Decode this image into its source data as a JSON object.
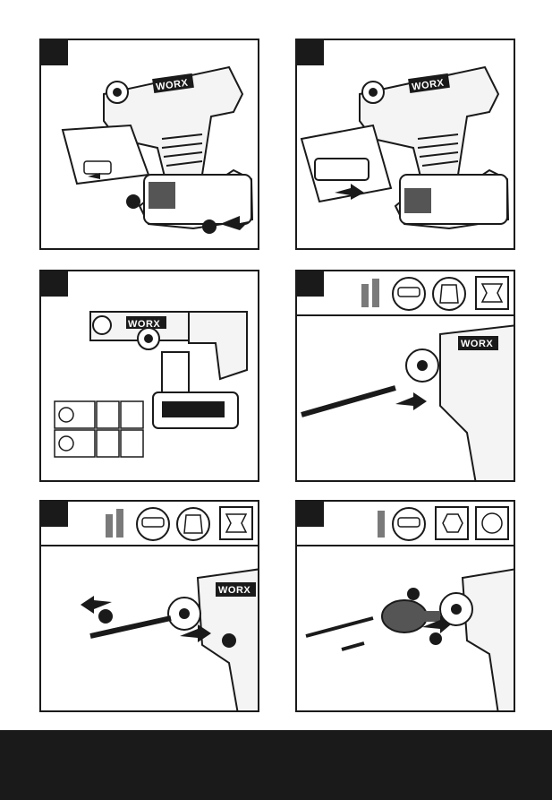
{
  "brand": {
    "wordmark": "WORX"
  },
  "panels": [
    {
      "id": 1,
      "step_numbers": [
        "",
        ""
      ]
    },
    {
      "id": 2
    },
    {
      "id": 3
    },
    {
      "id": 4
    },
    {
      "id": 5
    },
    {
      "id": 6
    }
  ],
  "colors": {
    "ink": "#1a1a1a",
    "grey": "#7a7a7a",
    "light": "#d9d9d9",
    "footer": "#1a1a1a"
  },
  "icons": [
    "hammer-bit-icon",
    "chuck-icon",
    "gloves-icon",
    "sds-shank-icon",
    "hex-shank-icon",
    "round-shank-icon",
    "drill-bit-icon"
  ]
}
